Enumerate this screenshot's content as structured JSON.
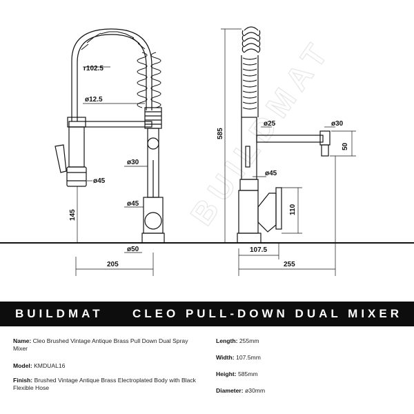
{
  "watermark": "BUILDMAT",
  "dimensions": {
    "front": {
      "radius": "r102.5",
      "hose_dia": "ø12.5",
      "body_dia_upper": "ø30",
      "spray_head_dia": "ø45",
      "body_dia_lower": "ø45",
      "base_dia": "ø50",
      "spout_reach": "205",
      "base_height": "145"
    },
    "side": {
      "total_height": "585",
      "spout_dia": "ø25",
      "outlet_dia": "ø30",
      "outlet_drop": "50",
      "body_dia": "ø45",
      "handle_height": "110",
      "base_width": "107.5",
      "total_length": "255"
    }
  },
  "banner": {
    "brand": "BUILDMAT",
    "product": "CLEO PULL-DOWN DUAL MIXER"
  },
  "specs": {
    "name_label": "Name:",
    "name_value": "Cleo Brushed Vintage Antique Brass Pull Down Dual Spray Mixer",
    "model_label": "Model:",
    "model_value": "KMDUAL16",
    "finish_label": "Finish:",
    "finish_value": "Brushed Vintage Antique Brass Electroplated Body with Black Flexible Hose",
    "length_label": "Length:",
    "length_value": "255mm",
    "width_label": "Width:",
    "width_value": "107.5mm",
    "height_label": "Height:",
    "height_value": "585mm",
    "diameter_label": "Diameter:",
    "diameter_value": "ø30mm"
  }
}
